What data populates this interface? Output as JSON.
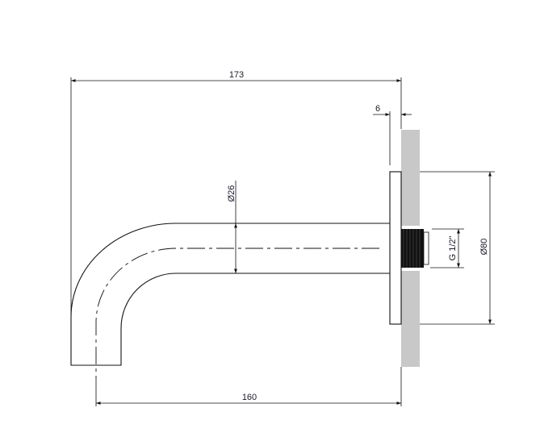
{
  "drawing": {
    "title": "Wall-mounted spout technical drawing",
    "dimensions": {
      "overall_length": "173",
      "spout_length": "160",
      "flange_thickness": "6",
      "pipe_diameter": "Ø26",
      "thread": "G 1/2\"",
      "flange_diameter": "Ø80"
    },
    "colors": {
      "wall": "#c8c8c8",
      "line": "#111111",
      "text": "#1a1a2e"
    }
  }
}
